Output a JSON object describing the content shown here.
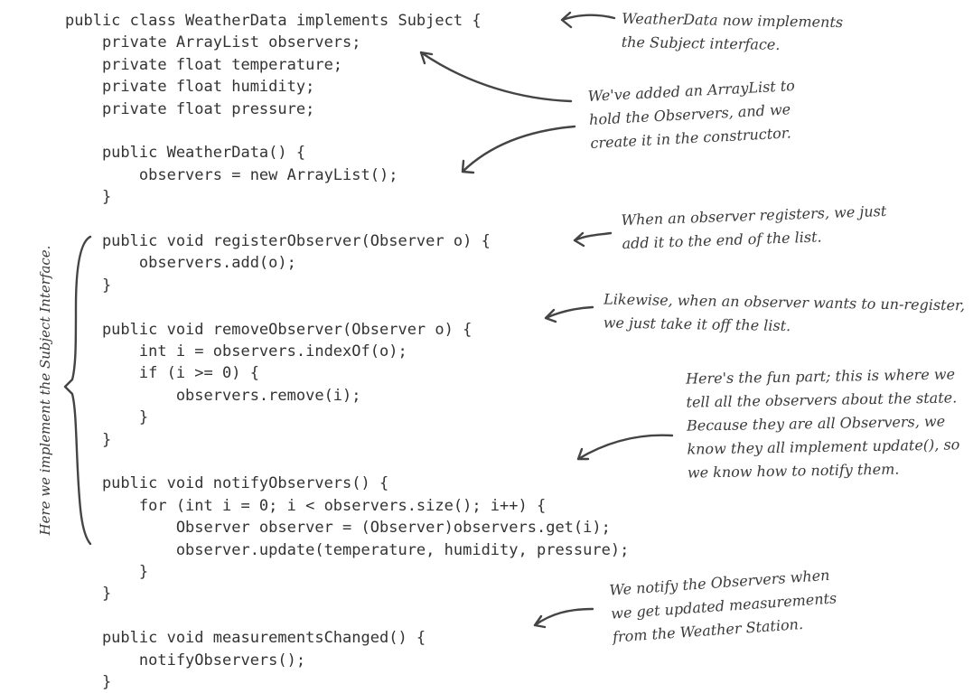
{
  "code": {
    "lines": [
      "public class WeatherData implements Subject {",
      "    private ArrayList observers;",
      "    private float temperature;",
      "    private float humidity;",
      "    private float pressure;",
      "",
      "    public WeatherData() {",
      "        observers = new ArrayList();",
      "    }",
      "",
      "    public void registerObserver(Observer o) {",
      "        observers.add(o);",
      "    }",
      "",
      "    public void removeObserver(Observer o) {",
      "        int i = observers.indexOf(o);",
      "        if (i >= 0) {",
      "            observers.remove(i);",
      "        }",
      "    }",
      "",
      "    public void notifyObservers() {",
      "        for (int i = 0; i < observers.size(); i++) {",
      "            Observer observer = (Observer)observers.get(i);",
      "            observer.update(temperature, humidity, pressure);",
      "        }",
      "    }",
      "",
      "    public void measurementsChanged() {",
      "        notifyObservers();",
      "    }"
    ]
  },
  "annotations": {
    "subject_interface": [
      "WeatherData now implements",
      "the Subject interface."
    ],
    "arraylist": [
      "We've added an ArrayList to",
      "hold the Observers, and we",
      "create it in the constructor."
    ],
    "register": [
      "When an observer registers, we just",
      "add it to the end of the list."
    ],
    "remove": [
      "Likewise, when an observer wants to un-register,",
      "we just take it off the list."
    ],
    "notify": [
      "Here's the fun part; this is where we",
      "tell all the observers about the state.",
      "Because they are all Observers, we",
      "know they all implement update(), so",
      "we know how to notify them."
    ],
    "measurements": [
      "We notify the Observers when",
      "we get updated measurements",
      "from the Weather Station."
    ],
    "side_note": "Here we implement the Subject Interface."
  }
}
